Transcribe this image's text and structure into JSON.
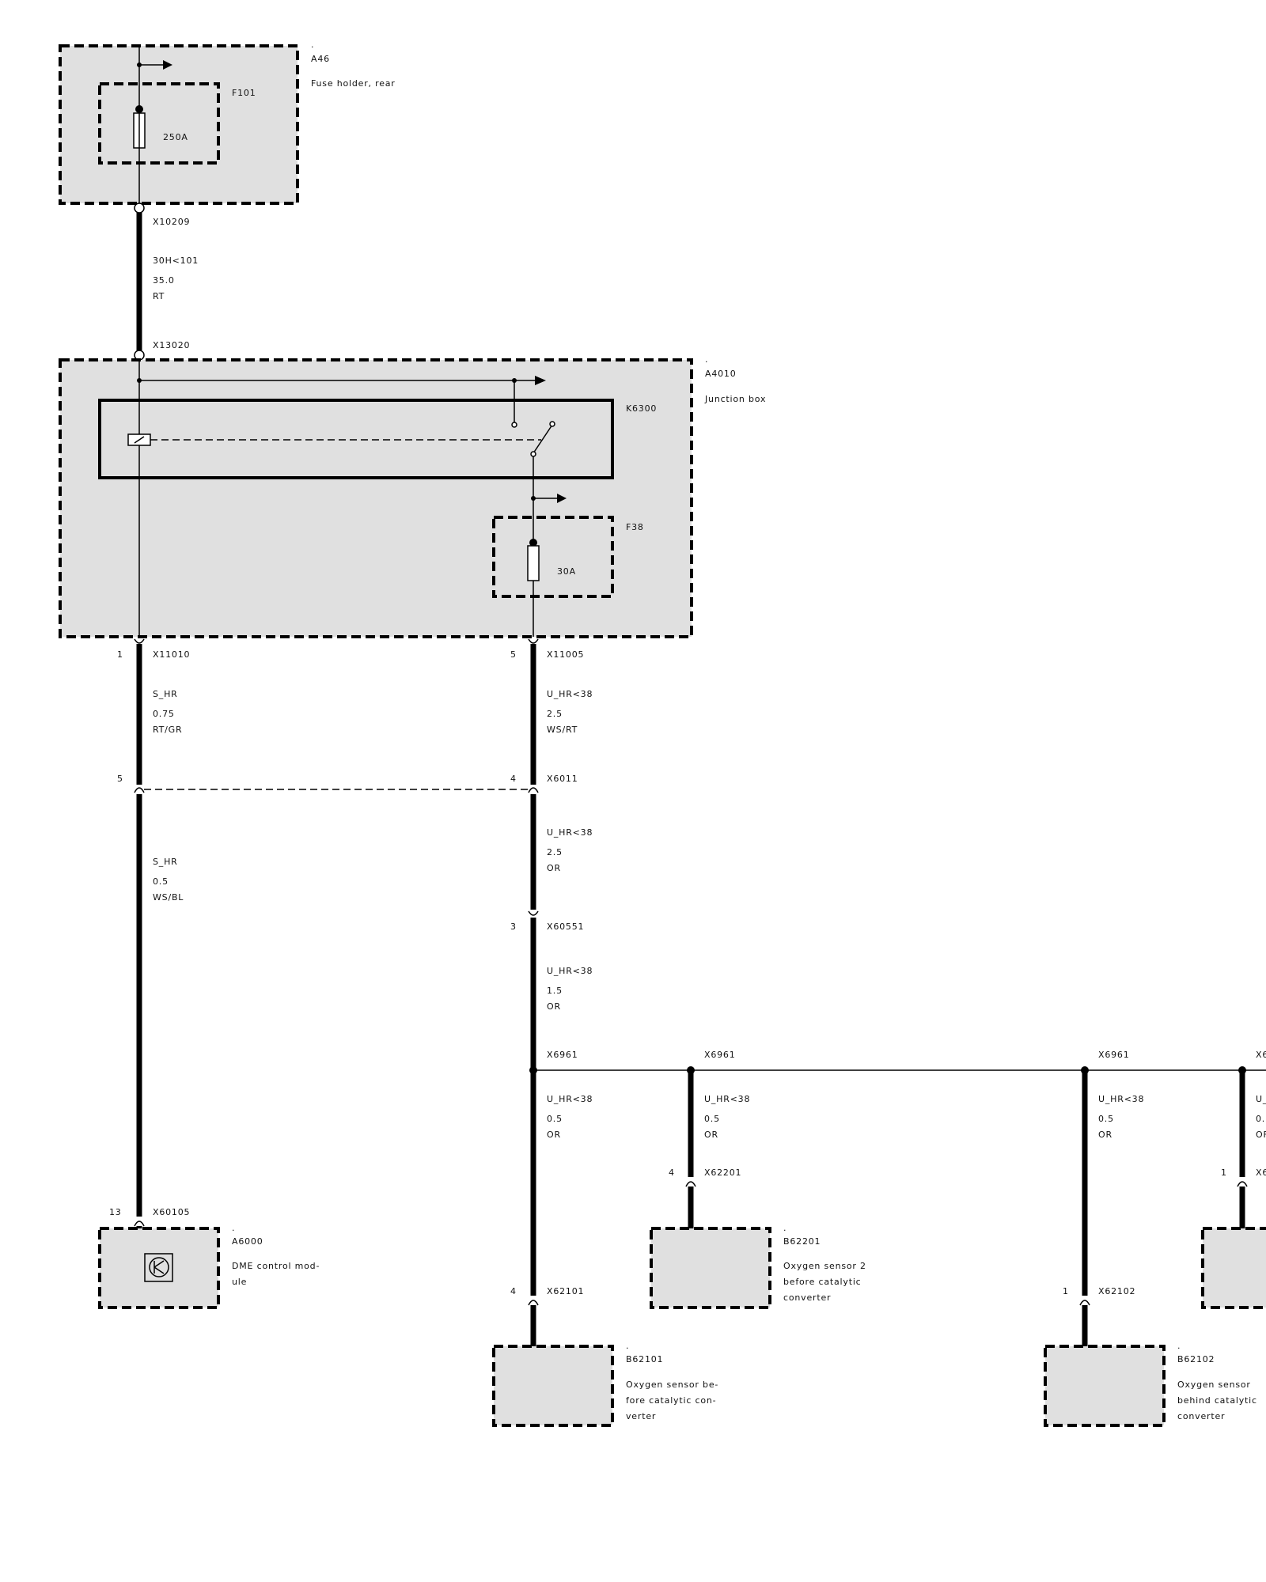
{
  "components": {
    "a46": {
      "dot": ".",
      "id": "A46",
      "desc": "Fuse holder, rear"
    },
    "f101": {
      "id": "F101",
      "rating": "250A"
    },
    "a4010": {
      "dot": ".",
      "id": "A4010",
      "desc": "Junction box"
    },
    "k6300": {
      "id": "K6300"
    },
    "f38": {
      "id": "F38",
      "rating": "30A"
    },
    "a6000": {
      "dot": ".",
      "id": "A6000",
      "desc1": "DME control mod-",
      "desc2": "ule"
    },
    "b62201": {
      "dot": ".",
      "id": "B62201",
      "desc1": "Oxygen sensor 2",
      "desc2": "before catalytic",
      "desc3": "converter"
    },
    "b62101": {
      "dot": ".",
      "id": "B62101",
      "desc1": "Oxygen sensor be-",
      "desc2": "fore catalytic con-",
      "desc3": "verter"
    },
    "b62102": {
      "dot": ".",
      "id": "B62102",
      "desc1": "Oxygen sensor",
      "desc2": "behind catalytic",
      "desc3": "converter"
    }
  },
  "connectors": {
    "x10209": "X10209",
    "x13020": "X13020",
    "x11010": {
      "pin": "1",
      "id": "X11010"
    },
    "x11005": {
      "pin": "5",
      "id": "X11005"
    },
    "x6011_left": {
      "pin": "5"
    },
    "x6011_right": {
      "pin": "4",
      "id": "X6011"
    },
    "x60551": {
      "pin": "3",
      "id": "X60551"
    },
    "x60105": {
      "pin": "13",
      "id": "X60105"
    },
    "x6961_1": "X6961",
    "x6961_2": "X6961",
    "x6961_3": "X6961",
    "x6961_4_cut": "X6",
    "x62201": {
      "pin": "4",
      "id": "X62201"
    },
    "x62101": {
      "pin": "4",
      "id": "X62101"
    },
    "x62102": {
      "pin": "1",
      "id": "X62102"
    },
    "right_cut": {
      "pin": "1",
      "id": "X6"
    }
  },
  "wires": {
    "w_30h": {
      "signal": "30H<101",
      "gauge": "35.0",
      "color": "RT"
    },
    "w_shr_1": {
      "signal": "S_HR",
      "gauge": "0.75",
      "color": "RT/GR"
    },
    "w_uhr_1": {
      "signal": "U_HR<38",
      "gauge": "2.5",
      "color": "WS/RT"
    },
    "w_shr_2": {
      "signal": "S_HR",
      "gauge": "0.5",
      "color": "WS/BL"
    },
    "w_uhr_2": {
      "signal": "U_HR<38",
      "gauge": "2.5",
      "color": "OR"
    },
    "w_uhr_3": {
      "signal": "U_HR<38",
      "gauge": "1.5",
      "color": "OR"
    },
    "w_uhr_4": {
      "signal": "U_HR<38",
      "gauge": "0.5",
      "color": "OR"
    },
    "w_uhr_5": {
      "signal": "U_HR<38",
      "gauge": "0.5",
      "color": "OR"
    },
    "w_uhr_6": {
      "signal": "U_HR<38",
      "gauge": "0.5",
      "color": "OR"
    },
    "w_uhr_7_cut": {
      "signal": "U_",
      "gauge": "0.",
      "color": "OF"
    }
  },
  "colors": {
    "box_fill": "#e0e0e0",
    "line": "#000000"
  }
}
